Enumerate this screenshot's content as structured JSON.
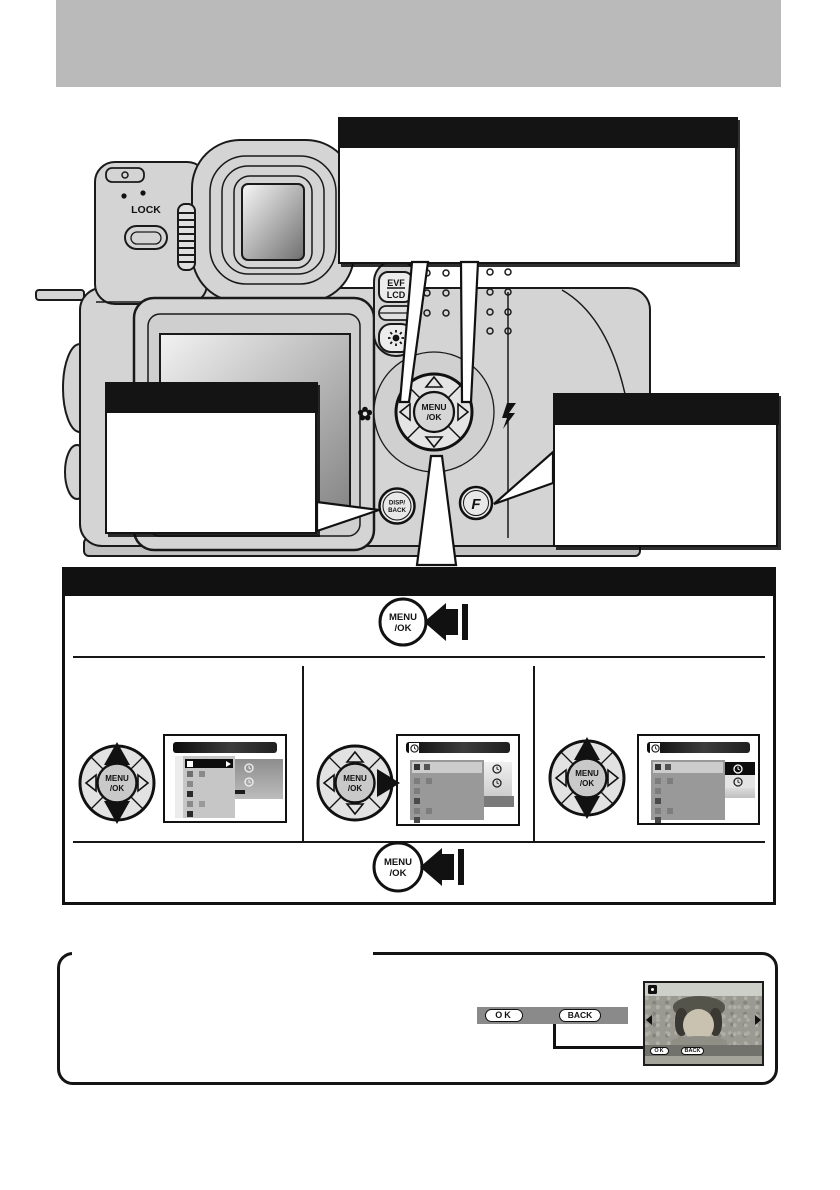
{
  "header": {
    "bg_color": "#bababa"
  },
  "camera": {
    "lock_label": "LOCK",
    "evf_label": "EVF",
    "lcd_label": "LCD",
    "menu_label": "MENU",
    "ok_label": "/OK",
    "disp_label": "DISP/",
    "back_label": "BACK",
    "f_label": "F",
    "icons": [
      "trash-icon",
      "macro-flower-icon",
      "flash-bolt-icon",
      "brightness-sun-icon",
      "speaker-holes",
      "command-dial",
      "viewfinder-eyepiece",
      "lcd-screen"
    ]
  },
  "callouts": {
    "top_box_title": "",
    "left_box_title": "",
    "right_box_title": "",
    "section_title": ""
  },
  "menu_demo": {
    "submenu_icon": "self-timer-clock-icon",
    "press_icon": "press-arrow-icon"
  },
  "note_box": {
    "ok_button_label": "OK",
    "back_button_label": "BACK",
    "thumbnail": {
      "ok_label": "OK",
      "back_label": "BACK"
    }
  }
}
